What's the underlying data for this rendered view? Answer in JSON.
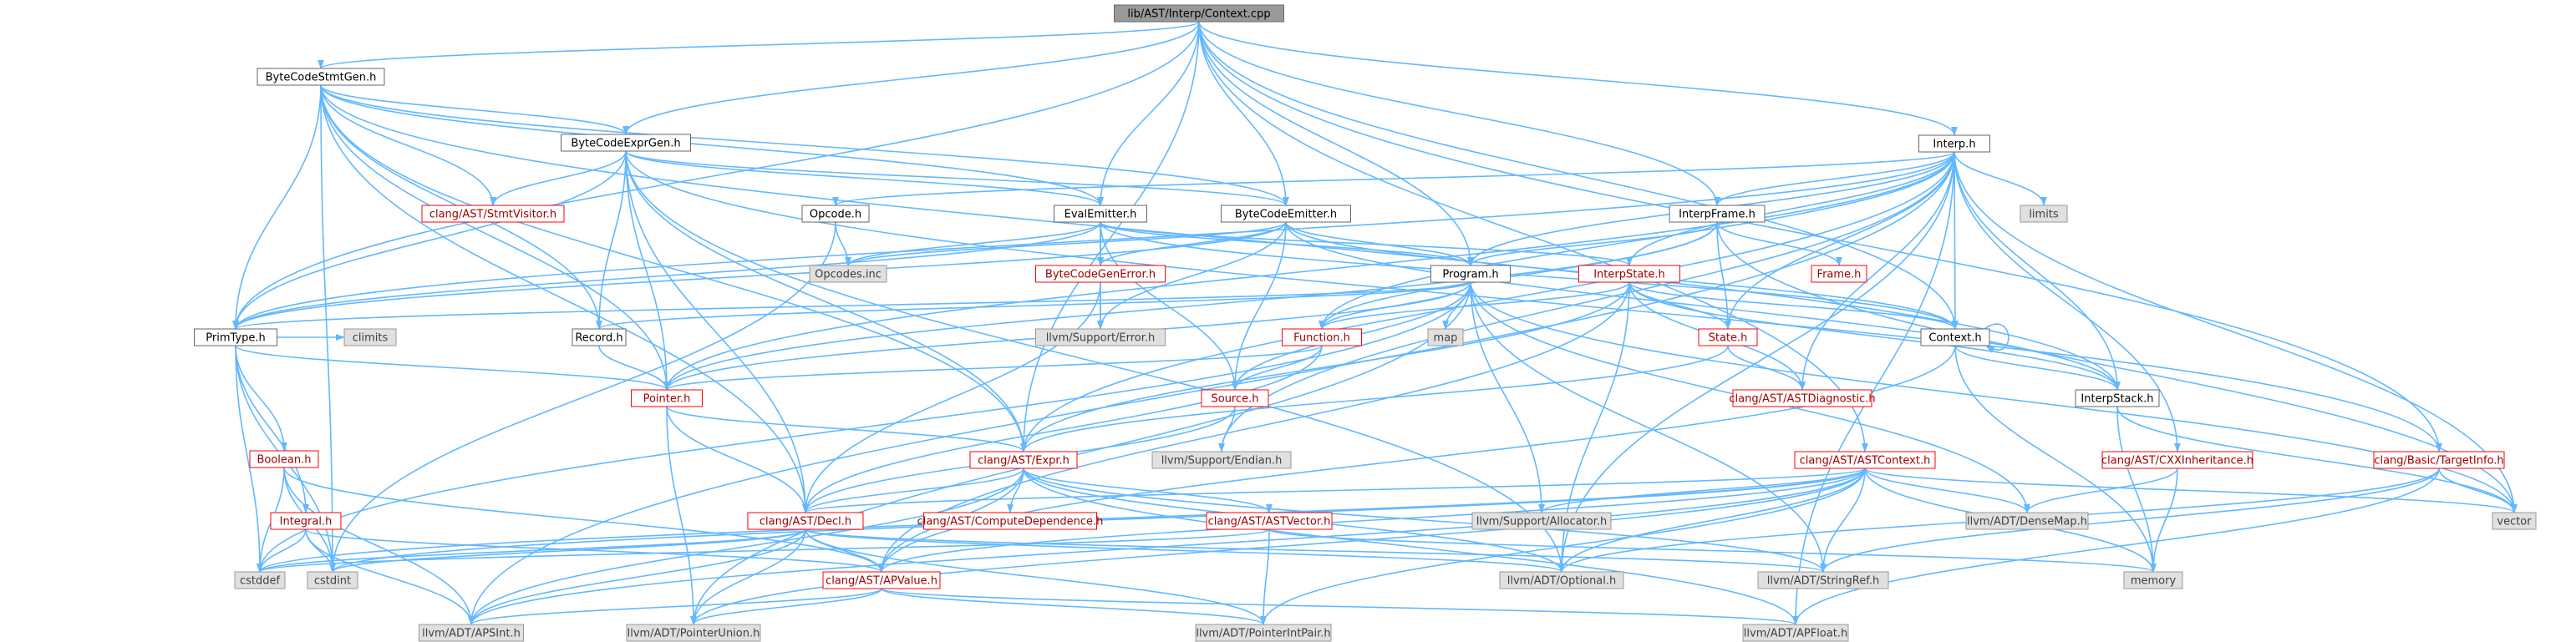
{
  "colors": {
    "edge": "#63b8ff",
    "root_fill": "#999999",
    "local_fill": "#ffffff",
    "local_text": "#000000",
    "ext_fill": "#e0e0e0",
    "ext_stroke": "#999999",
    "ext_text": "#404040",
    "red_stroke": "#ff0000",
    "red_text": "#a00000"
  },
  "nodes": [
    {
      "id": "root",
      "label": "lib/AST/Interp/Context.cpp",
      "kind": "root"
    },
    {
      "id": "bcsg",
      "label": "ByteCodeStmtGen.h",
      "kind": "local"
    },
    {
      "id": "bceg",
      "label": "ByteCodeExprGen.h",
      "kind": "local"
    },
    {
      "id": "interp",
      "label": "Interp.h",
      "kind": "local"
    },
    {
      "id": "stmtvis",
      "label": "clang/AST/StmtVisitor.h",
      "kind": "red"
    },
    {
      "id": "evalem",
      "label": "EvalEmitter.h",
      "kind": "local"
    },
    {
      "id": "bcem",
      "label": "ByteCodeEmitter.h",
      "kind": "local"
    },
    {
      "id": "opcode",
      "label": "Opcode.h",
      "kind": "local"
    },
    {
      "id": "iframe",
      "label": "InterpFrame.h",
      "kind": "local"
    },
    {
      "id": "limits",
      "label": "limits",
      "kind": "ext"
    },
    {
      "id": "opinc",
      "label": "Opcodes.inc",
      "kind": "ext"
    },
    {
      "id": "bcgerr",
      "label": "ByteCodeGenError.h",
      "kind": "red"
    },
    {
      "id": "program",
      "label": "Program.h",
      "kind": "local"
    },
    {
      "id": "istate",
      "label": "InterpState.h",
      "kind": "red"
    },
    {
      "id": "frame",
      "label": "Frame.h",
      "kind": "red"
    },
    {
      "id": "primtype",
      "label": "PrimType.h",
      "kind": "local"
    },
    {
      "id": "record",
      "label": "Record.h",
      "kind": "local"
    },
    {
      "id": "llvmerr",
      "label": "llvm/Support/Error.h",
      "kind": "ext"
    },
    {
      "id": "map",
      "label": "map",
      "kind": "ext"
    },
    {
      "id": "function",
      "label": "Function.h",
      "kind": "red"
    },
    {
      "id": "state",
      "label": "State.h",
      "kind": "red"
    },
    {
      "id": "context",
      "label": "Context.h",
      "kind": "local"
    },
    {
      "id": "climits",
      "label": "climits",
      "kind": "ext"
    },
    {
      "id": "pointer",
      "label": "Pointer.h",
      "kind": "red"
    },
    {
      "id": "source",
      "label": "Source.h",
      "kind": "red"
    },
    {
      "id": "astdiag",
      "label": "clang/AST/ASTDiagnostic.h",
      "kind": "red"
    },
    {
      "id": "istack",
      "label": "InterpStack.h",
      "kind": "local"
    },
    {
      "id": "boolean",
      "label": "Boolean.h",
      "kind": "red"
    },
    {
      "id": "expr",
      "label": "clang/AST/Expr.h",
      "kind": "red"
    },
    {
      "id": "endian",
      "label": "llvm/Support/Endian.h",
      "kind": "ext"
    },
    {
      "id": "astctx",
      "label": "clang/AST/ASTContext.h",
      "kind": "red"
    },
    {
      "id": "cxxinh",
      "label": "clang/AST/CXXInheritance.h",
      "kind": "red"
    },
    {
      "id": "tinfo",
      "label": "clang/Basic/TargetInfo.h",
      "kind": "red"
    },
    {
      "id": "vector",
      "label": "vector",
      "kind": "ext"
    },
    {
      "id": "integral",
      "label": "Integral.h",
      "kind": "red"
    },
    {
      "id": "decl",
      "label": "clang/AST/Decl.h",
      "kind": "red"
    },
    {
      "id": "compdep",
      "label": "clang/AST/ComputeDependence.h",
      "kind": "red"
    },
    {
      "id": "astvec",
      "label": "clang/AST/ASTVector.h",
      "kind": "red"
    },
    {
      "id": "alloc",
      "label": "llvm/Support/Allocator.h",
      "kind": "ext"
    },
    {
      "id": "densemap",
      "label": "llvm/ADT/DenseMap.h",
      "kind": "ext"
    },
    {
      "id": "cstddef",
      "label": "cstddef",
      "kind": "ext"
    },
    {
      "id": "cstdint",
      "label": "cstdint",
      "kind": "ext"
    },
    {
      "id": "apvalue",
      "label": "clang/AST/APValue.h",
      "kind": "red"
    },
    {
      "id": "optional",
      "label": "llvm/ADT/Optional.h",
      "kind": "ext"
    },
    {
      "id": "stringref",
      "label": "llvm/ADT/StringRef.h",
      "kind": "ext"
    },
    {
      "id": "memory",
      "label": "memory",
      "kind": "ext"
    },
    {
      "id": "apsint",
      "label": "llvm/ADT/APSInt.h",
      "kind": "ext"
    },
    {
      "id": "ptrunion",
      "label": "llvm/ADT/PointerUnion.h",
      "kind": "ext"
    },
    {
      "id": "ptrint",
      "label": "llvm/ADT/PointerIntPair.h",
      "kind": "ext"
    },
    {
      "id": "apfloat",
      "label": "llvm/ADT/APFloat.h",
      "kind": "ext"
    }
  ],
  "edges": [
    [
      "root",
      "bcsg"
    ],
    [
      "root",
      "bceg"
    ],
    [
      "root",
      "evalem"
    ],
    [
      "root",
      "bcem"
    ],
    [
      "root",
      "interp"
    ],
    [
      "root",
      "iframe"
    ],
    [
      "root",
      "program"
    ],
    [
      "root",
      "primtype"
    ],
    [
      "root",
      "context"
    ],
    [
      "root",
      "expr"
    ],
    [
      "root",
      "tinfo"
    ],
    [
      "root",
      "astctx"
    ],
    [
      "bcsg",
      "bceg"
    ],
    [
      "bcsg",
      "stmtvis"
    ],
    [
      "bcsg",
      "evalem"
    ],
    [
      "bcsg",
      "bcem"
    ],
    [
      "bcsg",
      "primtype"
    ],
    [
      "bcsg",
      "record"
    ],
    [
      "bcsg",
      "pointer"
    ],
    [
      "bcsg",
      "expr"
    ],
    [
      "bcsg",
      "decl"
    ],
    [
      "bcsg",
      "cstdint"
    ],
    [
      "bcsg",
      "istack"
    ],
    [
      "bceg",
      "evalem"
    ],
    [
      "bceg",
      "bcem"
    ],
    [
      "bceg",
      "stmtvis"
    ],
    [
      "bceg",
      "primtype"
    ],
    [
      "bceg",
      "record"
    ],
    [
      "bceg",
      "pointer"
    ],
    [
      "bceg",
      "expr"
    ],
    [
      "bceg",
      "decl"
    ],
    [
      "bceg",
      "tinfo"
    ],
    [
      "bceg",
      "optional"
    ],
    [
      "evalem",
      "opinc"
    ],
    [
      "evalem",
      "bcgerr"
    ],
    [
      "evalem",
      "program"
    ],
    [
      "evalem",
      "istate"
    ],
    [
      "evalem",
      "context"
    ],
    [
      "evalem",
      "primtype"
    ],
    [
      "evalem",
      "source"
    ],
    [
      "evalem",
      "llvmerr"
    ],
    [
      "bcem",
      "opinc"
    ],
    [
      "bcem",
      "bcgerr"
    ],
    [
      "bcem",
      "program"
    ],
    [
      "bcem",
      "context"
    ],
    [
      "bcem",
      "primtype"
    ],
    [
      "bcem",
      "source"
    ],
    [
      "bcem",
      "istack"
    ],
    [
      "bcem",
      "llvmerr"
    ],
    [
      "interp",
      "opcode"
    ],
    [
      "interp",
      "iframe"
    ],
    [
      "interp",
      "program"
    ],
    [
      "interp",
      "istate"
    ],
    [
      "interp",
      "state"
    ],
    [
      "interp",
      "function"
    ],
    [
      "interp",
      "context"
    ],
    [
      "interp",
      "istack"
    ],
    [
      "interp",
      "limits"
    ],
    [
      "interp",
      "vector"
    ],
    [
      "interp",
      "astdiag"
    ],
    [
      "interp",
      "cxxinh"
    ],
    [
      "interp",
      "expr"
    ],
    [
      "interp",
      "endian"
    ],
    [
      "interp",
      "apfloat"
    ],
    [
      "interp",
      "apsint"
    ],
    [
      "interp",
      "primtype"
    ],
    [
      "interp",
      "pointer"
    ],
    [
      "interp",
      "optional"
    ],
    [
      "opcode",
      "opinc"
    ],
    [
      "opcode",
      "cstdint"
    ],
    [
      "iframe",
      "frame"
    ],
    [
      "iframe",
      "program"
    ],
    [
      "iframe",
      "state"
    ],
    [
      "iframe",
      "pointer"
    ],
    [
      "iframe",
      "function"
    ],
    [
      "iframe",
      "vector"
    ],
    [
      "bcgerr",
      "decl"
    ],
    [
      "bcgerr",
      "llvmerr"
    ],
    [
      "program",
      "map"
    ],
    [
      "program",
      "vector"
    ],
    [
      "program",
      "function"
    ],
    [
      "program",
      "pointer"
    ],
    [
      "program",
      "primtype"
    ],
    [
      "program",
      "record"
    ],
    [
      "program",
      "source"
    ],
    [
      "program",
      "alloc"
    ],
    [
      "program",
      "densemap"
    ],
    [
      "program",
      "ptrunion"
    ],
    [
      "program",
      "stringref"
    ],
    [
      "program",
      "cstddef"
    ],
    [
      "istate",
      "context"
    ],
    [
      "istate",
      "function"
    ],
    [
      "istate",
      "state"
    ],
    [
      "istate",
      "istack"
    ],
    [
      "istate",
      "astdiag"
    ],
    [
      "istate",
      "expr"
    ],
    [
      "istate",
      "optional"
    ],
    [
      "istate",
      "apvalue"
    ],
    [
      "record",
      "pointer"
    ],
    [
      "function",
      "pointer"
    ],
    [
      "function",
      "source"
    ],
    [
      "function",
      "decl"
    ],
    [
      "state",
      "astdiag"
    ],
    [
      "state",
      "expr"
    ],
    [
      "context",
      "context"
    ],
    [
      "context",
      "istack"
    ],
    [
      "context",
      "apvalue"
    ],
    [
      "context",
      "memory"
    ],
    [
      "primtype",
      "climits"
    ],
    [
      "primtype",
      "boolean"
    ],
    [
      "primtype",
      "integral"
    ],
    [
      "primtype",
      "pointer"
    ],
    [
      "primtype",
      "cstddef"
    ],
    [
      "primtype",
      "cstdint"
    ],
    [
      "pointer",
      "expr"
    ],
    [
      "pointer",
      "decl"
    ],
    [
      "pointer",
      "ptrunion"
    ],
    [
      "source",
      "decl"
    ],
    [
      "source",
      "endian"
    ],
    [
      "istack",
      "memory"
    ],
    [
      "istack",
      "vector"
    ],
    [
      "boolean",
      "apsint"
    ],
    [
      "boolean",
      "apvalue"
    ],
    [
      "boolean",
      "cstddef"
    ],
    [
      "boolean",
      "cstdint"
    ],
    [
      "integral",
      "apsint"
    ],
    [
      "integral",
      "apvalue"
    ],
    [
      "integral",
      "cstddef"
    ],
    [
      "integral",
      "cstdint"
    ],
    [
      "expr",
      "decl"
    ],
    [
      "expr",
      "compdep"
    ],
    [
      "expr",
      "astvec"
    ],
    [
      "expr",
      "apvalue"
    ],
    [
      "expr",
      "apsint"
    ],
    [
      "expr",
      "apfloat"
    ],
    [
      "expr",
      "stringref"
    ],
    [
      "expr",
      "optional"
    ],
    [
      "astctx",
      "decl"
    ],
    [
      "astctx",
      "alloc"
    ],
    [
      "astctx",
      "densemap"
    ],
    [
      "astctx",
      "optional"
    ],
    [
      "astctx",
      "stringref"
    ],
    [
      "astctx",
      "memory"
    ],
    [
      "astctx",
      "vector"
    ],
    [
      "astctx",
      "apsint"
    ],
    [
      "astctx",
      "ptrunion"
    ],
    [
      "astctx",
      "ptrint"
    ],
    [
      "astctx",
      "apvalue"
    ],
    [
      "astctx",
      "cstddef"
    ],
    [
      "astctx",
      "cstdint"
    ],
    [
      "cxxinh",
      "densemap"
    ],
    [
      "cxxinh",
      "memory"
    ],
    [
      "tinfo",
      "vector"
    ],
    [
      "tinfo",
      "apfloat"
    ],
    [
      "tinfo",
      "stringref"
    ],
    [
      "tinfo",
      "optional"
    ],
    [
      "decl",
      "apvalue"
    ],
    [
      "decl",
      "optional"
    ],
    [
      "decl",
      "stringref"
    ],
    [
      "decl",
      "ptrunion"
    ],
    [
      "decl",
      "ptrint"
    ],
    [
      "decl",
      "cstddef"
    ],
    [
      "decl",
      "cstdint"
    ],
    [
      "decl",
      "apsint"
    ],
    [
      "astvec",
      "ptrint"
    ],
    [
      "astvec",
      "cstddef"
    ],
    [
      "astvec",
      "memory"
    ],
    [
      "apvalue",
      "apsint"
    ],
    [
      "apvalue",
      "apfloat"
    ],
    [
      "apvalue",
      "ptrunion"
    ],
    [
      "apvalue",
      "ptrint"
    ]
  ]
}
